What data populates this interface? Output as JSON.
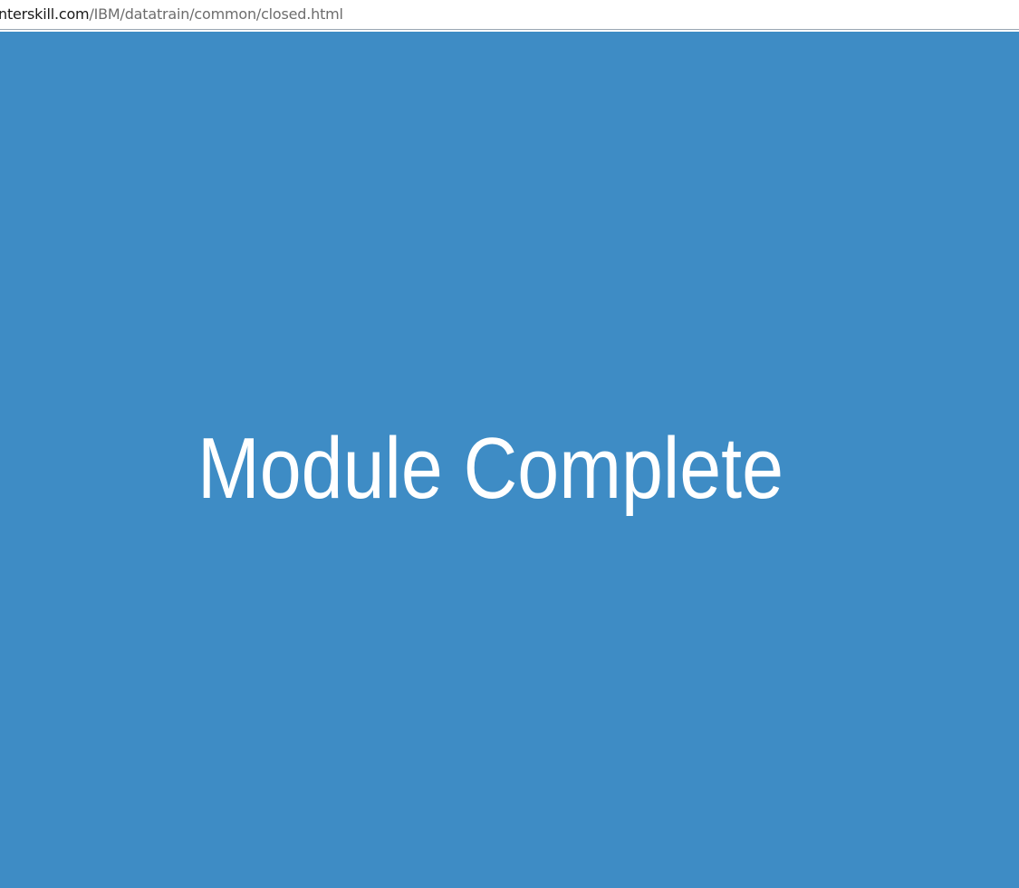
{
  "browser": {
    "url_host": "nterskill.com",
    "url_path": "/IBM/datatrain/common/closed.html"
  },
  "page": {
    "message": "Module Complete",
    "background_color": "#3e8cc5",
    "text_color": "#ffffff"
  }
}
